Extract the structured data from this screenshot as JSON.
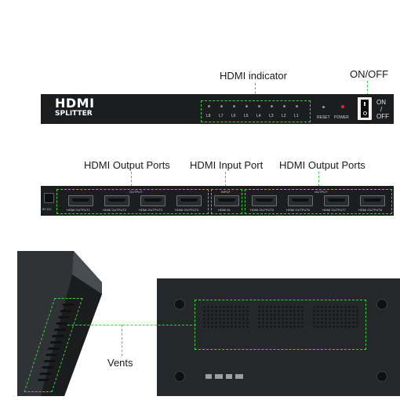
{
  "callouts": {
    "hdmi_indicator": "HDMI indicator",
    "on_off": "ON/OFF",
    "hdmi_output_ports_left": "HDMI Output Ports",
    "hdmi_input_port": "HDMI Input Port",
    "hdmi_output_ports_right": "HDMI Output Ports",
    "vents": "Vents"
  },
  "front_panel": {
    "logo_line1": "HDMI",
    "logo_line2": "SPLITTER",
    "indicator_labels": [
      "L8",
      "L7",
      "L6",
      "L5",
      "L4",
      "L3",
      "L2",
      "L1"
    ],
    "reset_label": "RESET",
    "power_label": "POWER",
    "switch_on": "ON",
    "switch_off": "OFF"
  },
  "rear_panel": {
    "dc_label": "5V DC",
    "output_group_label": "OUTPUT",
    "input_group_label": "INPUT",
    "left_ports": [
      "HDMI OUTPUT1",
      "HDMI OUTPUT2",
      "HDMI OUTPUT3",
      "HDMI OUTPUT4"
    ],
    "input_port": "HDMI IN",
    "right_ports": [
      "HDMI OUTPUT5",
      "HDMI OUTPUT6",
      "HDMI OUTPUT7",
      "HDMI OUTPUT8"
    ]
  },
  "colors": {
    "guide": "#3ecf3e",
    "device": "#1b1d1f"
  }
}
